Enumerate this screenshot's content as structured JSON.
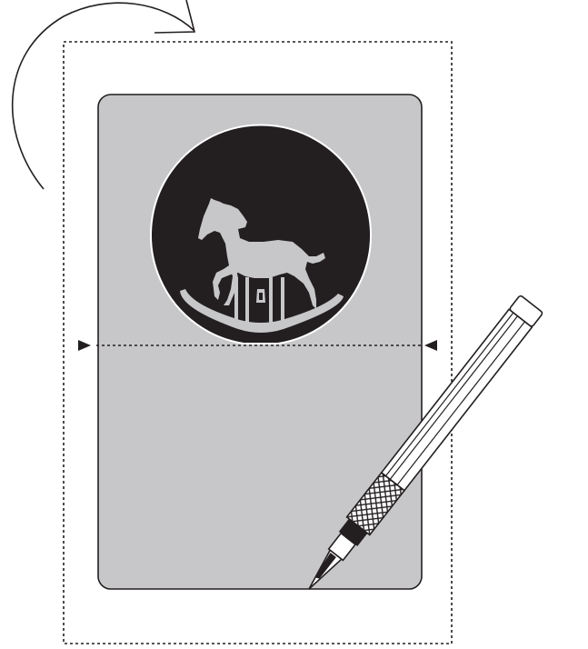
{
  "diagram": {
    "theme": "card-cutout-instruction",
    "illustration": "rocking-horse-silhouette",
    "steps": [
      {
        "action": "cut-around-motif",
        "tool": "craft-knife-icon"
      },
      {
        "action": "fold-card-along-centre-line",
        "marker": "fold-arrowheads"
      },
      {
        "action": "turn-over",
        "indicator": "curved-arrow-icon"
      }
    ]
  },
  "colors": {
    "card": "#c7c7c9",
    "circle": "#231f20",
    "outline": "#231f20",
    "cut_guide": "#231f20",
    "background": "#ffffff"
  }
}
